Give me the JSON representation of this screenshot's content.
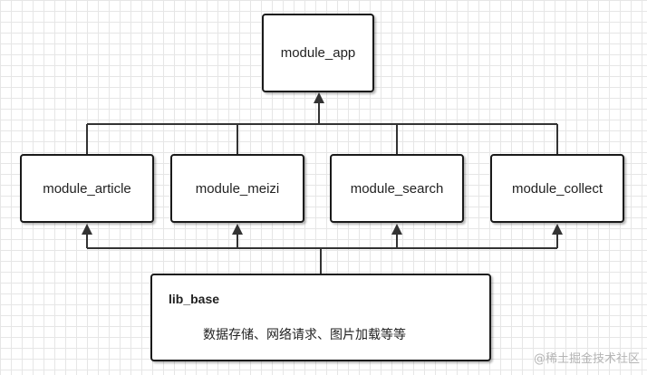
{
  "nodes": {
    "app": "module_app",
    "article": "module_article",
    "meizi": "module_meizi",
    "search": "module_search",
    "collect": "module_collect",
    "base_title": "lib_base",
    "base_desc": "数据存储、网络请求、图片加载等等"
  },
  "watermark": "@稀土掘金技术社区",
  "colors": {
    "line": "#333333",
    "border": "#1a1a1a",
    "grid": "#e6e6e6",
    "watermark": "#b5b5b5"
  }
}
